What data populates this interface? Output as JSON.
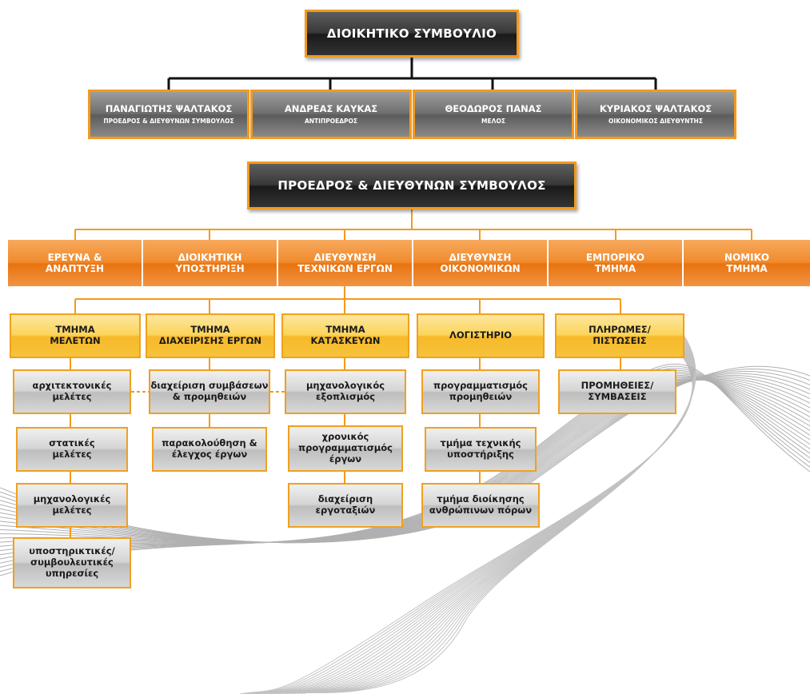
{
  "colors": {
    "accent": "#f39a1e",
    "dark": "#222222",
    "orange": "#f08b2e",
    "yellow": "#fbd45a",
    "grey": "#777777"
  },
  "board": {
    "title": "ΔΙΟΙΚΗΤΙΚΟ ΣΥΜΒΟΥΛΙΟ"
  },
  "members": [
    {
      "name": "ΠΑΝΑΓΙΩΤΗΣ ΨΑΛΤΑΚΟΣ",
      "role": "ΠΡΟΕΔΡΟΣ & ΔΙΕΥΘΥΝΩΝ ΣΥΜΒΟΥΛΟΣ"
    },
    {
      "name": "ΑΝΔΡΕΑΣ ΚΑΥΚΑΣ",
      "role": "ΑΝΤΙΠΡΟΕΔΡΟΣ"
    },
    {
      "name": "ΘΕΟΔΩΡΟΣ ΠΑΝΑΣ",
      "role": "ΜΕΛΟΣ"
    },
    {
      "name": "ΚΥΡΙΑΚΟΣ ΨΑΛΤΑΚΟΣ",
      "role": "ΟΙΚΟΝΟΜΙΚΟΣ ΔΙΕΥΘΥΝΤΗΣ"
    }
  ],
  "ceo": {
    "title": "ΠΡΟΕΔΡΟΣ & ΔΙΕΥΘΥΝΩΝ ΣΥΜΒΟΥΛΟΣ"
  },
  "departments": [
    {
      "line1": "ΕΡΕΥΝΑ &",
      "line2": "ΑΝΑΠΤΥΞΗ"
    },
    {
      "line1": "ΔΙΟΙΚΗΤΙΚΗ",
      "line2": "ΥΠΟΣΤΗΡΙΞΗ"
    },
    {
      "line1": "ΔΙΕΥΘΥΝΣΗ",
      "line2": "ΤΕΧΝΙΚΩΝ ΕΡΓΩΝ"
    },
    {
      "line1": "ΔΙΕΥΘΥΝΣΗ",
      "line2": "ΟΙΚΟΝΟΜΙΚΩΝ"
    },
    {
      "line1": "ΕΜΠΟΡΙΚΟ",
      "line2": "ΤΜΗΜΑ"
    },
    {
      "line1": "ΝΟΜΙΚΟ",
      "line2": "ΤΜΗΜΑ"
    }
  ],
  "sections": [
    {
      "lines": [
        "ΤΜΗΜΑ",
        "ΜΕΛΕΤΩΝ"
      ]
    },
    {
      "lines": [
        "ΤΜΗΜΑ",
        "ΔΙΑΧΕΙΡΙΣΗΣ ΕΡΓΩΝ"
      ]
    },
    {
      "lines": [
        "ΤΜΗΜΑ",
        "ΚΑΤΑΣΚΕΥΩΝ"
      ]
    },
    {
      "lines": [
        "ΛΟΓΙΣΤΗΡΙΟ"
      ]
    },
    {
      "lines": [
        "ΠΛΗΡΩΜΕΣ/",
        "ΠΙΣΤΩΣΕΙΣ"
      ]
    }
  ],
  "units": {
    "studies": [
      {
        "lines": [
          "αρχιτεκτονικές",
          "μελέτες"
        ]
      },
      {
        "lines": [
          "στατικές",
          "μελέτες"
        ]
      },
      {
        "lines": [
          "μηχανολογικές",
          "μελέτες"
        ]
      },
      {
        "lines": [
          "υποστηρικτικές/",
          "συμβουλευτικές",
          "υπηρεσίες"
        ]
      }
    ],
    "project_management": [
      {
        "lines": [
          "διαχείριση συμβάσεων",
          "& προμηθειών"
        ]
      },
      {
        "lines": [
          "παρακολούθηση &",
          "έλεγχος έργων"
        ]
      }
    ],
    "construction": [
      {
        "lines": [
          "μηχανολογικός",
          "εξοπλισμός"
        ]
      },
      {
        "lines": [
          "χρονικός",
          "προγραμματισμός",
          "έργων"
        ]
      },
      {
        "lines": [
          "διαχείριση",
          "εργοταξιών"
        ]
      }
    ],
    "accounting": [
      {
        "lines": [
          "προγραμματισμός",
          "προμηθειών"
        ]
      },
      {
        "lines": [
          "τμήμα τεχνικής",
          "υποστήριξης"
        ]
      },
      {
        "lines": [
          "τμήμα διοίκησης",
          "ανθρώπινων πόρων"
        ]
      }
    ],
    "payments": [
      {
        "lines": [
          "ΠΡΟΜΗΘΕΙΕΣ/",
          "ΣΥΜΒΑΣΕΙΣ"
        ]
      }
    ]
  }
}
